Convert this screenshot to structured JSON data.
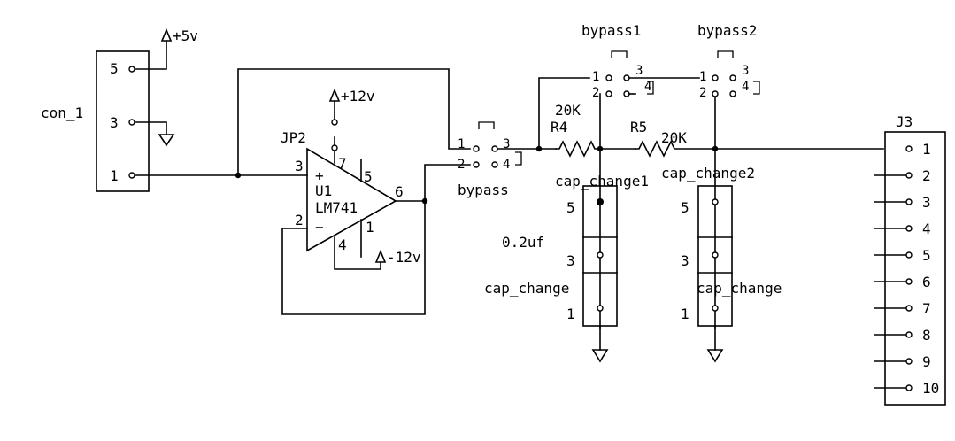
{
  "con_1": {
    "name": "con_1",
    "pins": [
      "5",
      "3",
      "1"
    ]
  },
  "power": {
    "vcc5": "+5v",
    "vcc12": "+12v",
    "vee12": "-12v"
  },
  "opamp": {
    "jumper": "JP2",
    "ref": "U1",
    "part": "LM741",
    "plus": "+",
    "minus": "−",
    "pins": {
      "p3": "3",
      "p2": "2",
      "p6": "6",
      "p7": "7",
      "p4": "4",
      "p5": "5",
      "p1": "1"
    }
  },
  "bypass": {
    "label": "bypass",
    "pins": [
      "1",
      "2",
      "3",
      "4"
    ]
  },
  "bypass1": {
    "label": "bypass1",
    "pins": [
      "1",
      "2",
      "3",
      "4"
    ]
  },
  "bypass2": {
    "label": "bypass2",
    "pins": [
      "1",
      "2",
      "3",
      "4"
    ]
  },
  "r4": {
    "ref": "R4",
    "value": "20K"
  },
  "r5": {
    "ref": "R5",
    "value": "20K"
  },
  "cap1": {
    "top_label": "cap_change1",
    "bottom_label": "cap_change",
    "pins": [
      "5",
      "3",
      "1"
    ]
  },
  "cap2": {
    "top_label": "cap_change2",
    "bottom_label": "cap_change",
    "pins": [
      "5",
      "3",
      "1"
    ]
  },
  "cap_value": "0.2uf",
  "j3": {
    "name": "J3",
    "pins": [
      "1",
      "2",
      "3",
      "4",
      "5",
      "6",
      "7",
      "8",
      "9",
      "10"
    ]
  }
}
